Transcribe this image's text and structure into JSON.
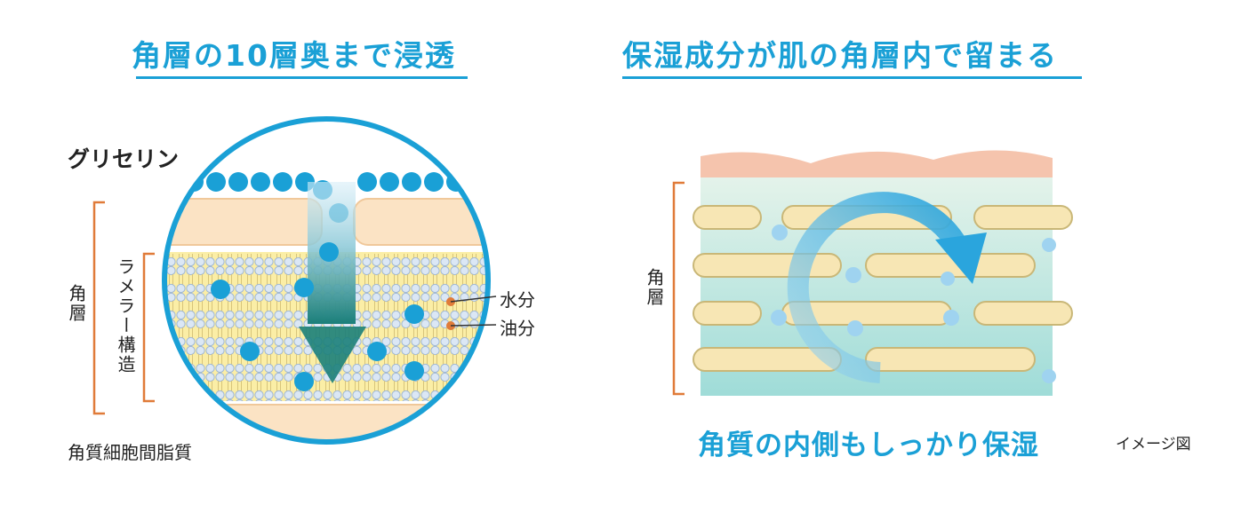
{
  "left": {
    "title": "角層の10層奥まで浸透",
    "glycerin_label": "グリセリン",
    "stratum_label": "角層",
    "lamellar_label": "ラメラー構造",
    "water_label": "水分",
    "oil_label": "油分",
    "intercellular_label": "角質細胞間脂質"
  },
  "right": {
    "title": "保湿成分が肌の角層内で留まる",
    "stratum_label": "角層",
    "caption": "角質の内側もしっかり保湿",
    "note": "イメージ図"
  },
  "colors": {
    "accent_blue": "#1aa0d6",
    "bracket_orange": "#e07b39",
    "cell_peach": "#fbe3c4",
    "skin_top": "#f5c4ad",
    "lipid_yellow": "#fbeea6",
    "arrow_green": "#1b7f7a"
  }
}
